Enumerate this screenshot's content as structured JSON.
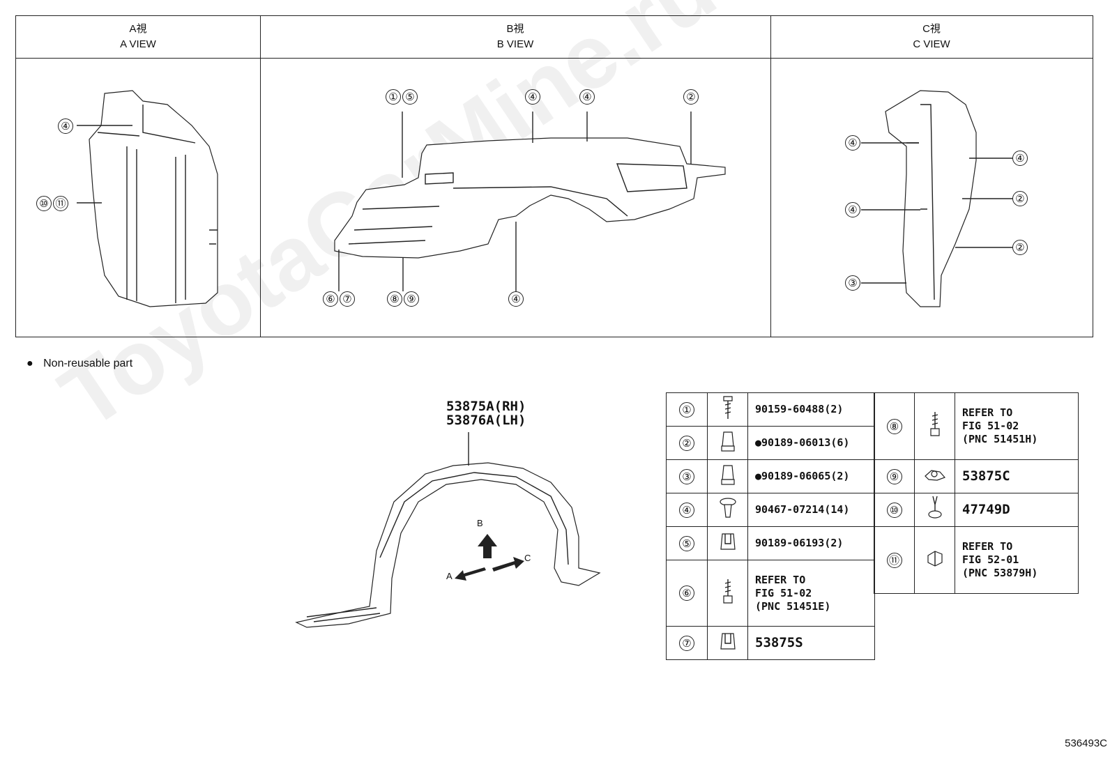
{
  "views": [
    {
      "jp": "A視",
      "en": "A VIEW"
    },
    {
      "jp": "B視",
      "en": "B VIEW"
    },
    {
      "jp": "C視",
      "en": "C VIEW"
    }
  ],
  "view_a_callouts": [
    "4",
    "10",
    "11"
  ],
  "view_b_callouts": [
    "1",
    "5",
    "4",
    "4",
    "2",
    "6",
    "7",
    "8",
    "9",
    "4"
  ],
  "view_c_callouts": [
    "4",
    "4",
    "4",
    "2",
    "2",
    "3"
  ],
  "legend": {
    "bullet": "●",
    "text": "Non-reusable part"
  },
  "main_part": {
    "rh": "53875A(RH)",
    "lh": "53876A(LH)"
  },
  "arrows": {
    "a": "A",
    "b": "B",
    "c": "C"
  },
  "fasteners_left": [
    {
      "num": "1",
      "icon": "bolt-icon",
      "part": "90159-60488(2)"
    },
    {
      "num": "2",
      "icon": "clip-icon",
      "part": "●90189-06013(6)"
    },
    {
      "num": "3",
      "icon": "clip-icon",
      "part": "●90189-06065(2)"
    },
    {
      "num": "4",
      "icon": "push-clip-icon",
      "part": "90467-07214(14)"
    },
    {
      "num": "5",
      "icon": "nut-clip-icon",
      "part": "90189-06193(2)"
    },
    {
      "num": "6",
      "icon": "bolt-icon",
      "part": "REFER TO\nFIG 51-02\n(PNC 51451E)"
    },
    {
      "num": "7",
      "icon": "nut-clip-icon",
      "part": "53875S"
    }
  ],
  "fasteners_right": [
    {
      "num": "8",
      "icon": "bolt-icon",
      "part": "REFER TO\nFIG 51-02\n(PNC 51451H)"
    },
    {
      "num": "9",
      "icon": "nut-icon",
      "part": "53875C"
    },
    {
      "num": "10",
      "icon": "retainer-icon",
      "part": "47749D"
    },
    {
      "num": "11",
      "icon": "clip-icon",
      "part": "REFER TO\nFIG 52-01\n(PNC 53879H)"
    }
  ],
  "circled": {
    "1": "①",
    "2": "②",
    "3": "③",
    "4": "④",
    "5": "⑤",
    "6": "⑥",
    "7": "⑦",
    "8": "⑧",
    "9": "⑨",
    "10": "⑩",
    "11": "⑪"
  },
  "watermark": "ToyotaCarMine.ru",
  "figure_id": "536493C"
}
